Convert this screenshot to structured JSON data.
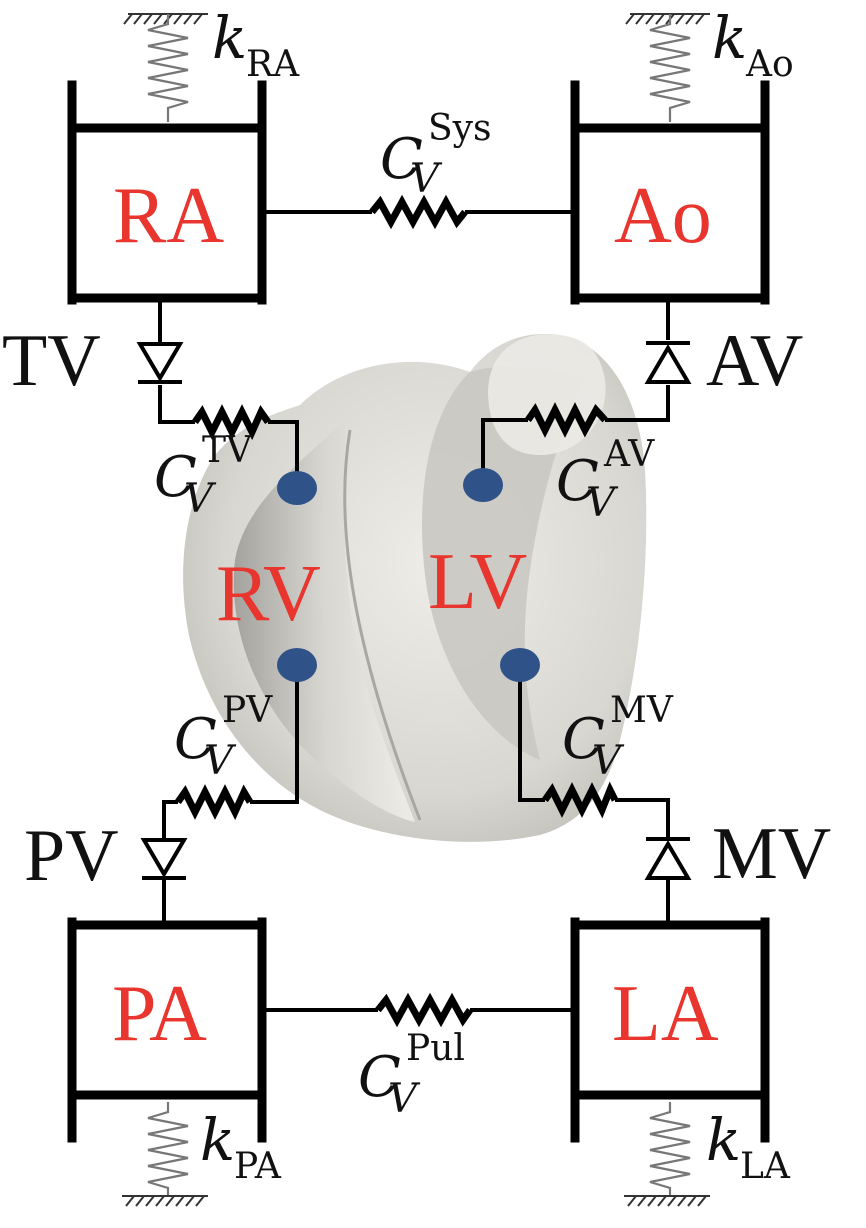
{
  "chambers": {
    "ra": "RA",
    "ao": "Ao",
    "pa": "PA",
    "la": "LA",
    "rv": "RV",
    "lv": "LV"
  },
  "valves": {
    "tv": "TV",
    "av": "AV",
    "pv": "PV",
    "mv": "MV"
  },
  "resistances": {
    "sys": {
      "main": "C",
      "sub": "V",
      "sup": "Sys"
    },
    "tv": {
      "main": "C",
      "sub": "V",
      "sup": "TV"
    },
    "av": {
      "main": "C",
      "sub": "V",
      "sup": "AV"
    },
    "pv": {
      "main": "C",
      "sub": "V",
      "sup": "PV"
    },
    "mv": {
      "main": "C",
      "sub": "V",
      "sup": "MV"
    },
    "pul": {
      "main": "C",
      "sub": "V",
      "sup": "Pul"
    }
  },
  "springs": {
    "ra": {
      "main": "k",
      "sub": "RA"
    },
    "ao": {
      "main": "k",
      "sub": "Ao"
    },
    "pa": {
      "main": "k",
      "sub": "PA"
    },
    "la": {
      "main": "k",
      "sub": "LA"
    }
  },
  "colors": {
    "chamber_label": "#e8352e",
    "node": "#2f5288",
    "heart_surface": "#d9d8d2"
  }
}
